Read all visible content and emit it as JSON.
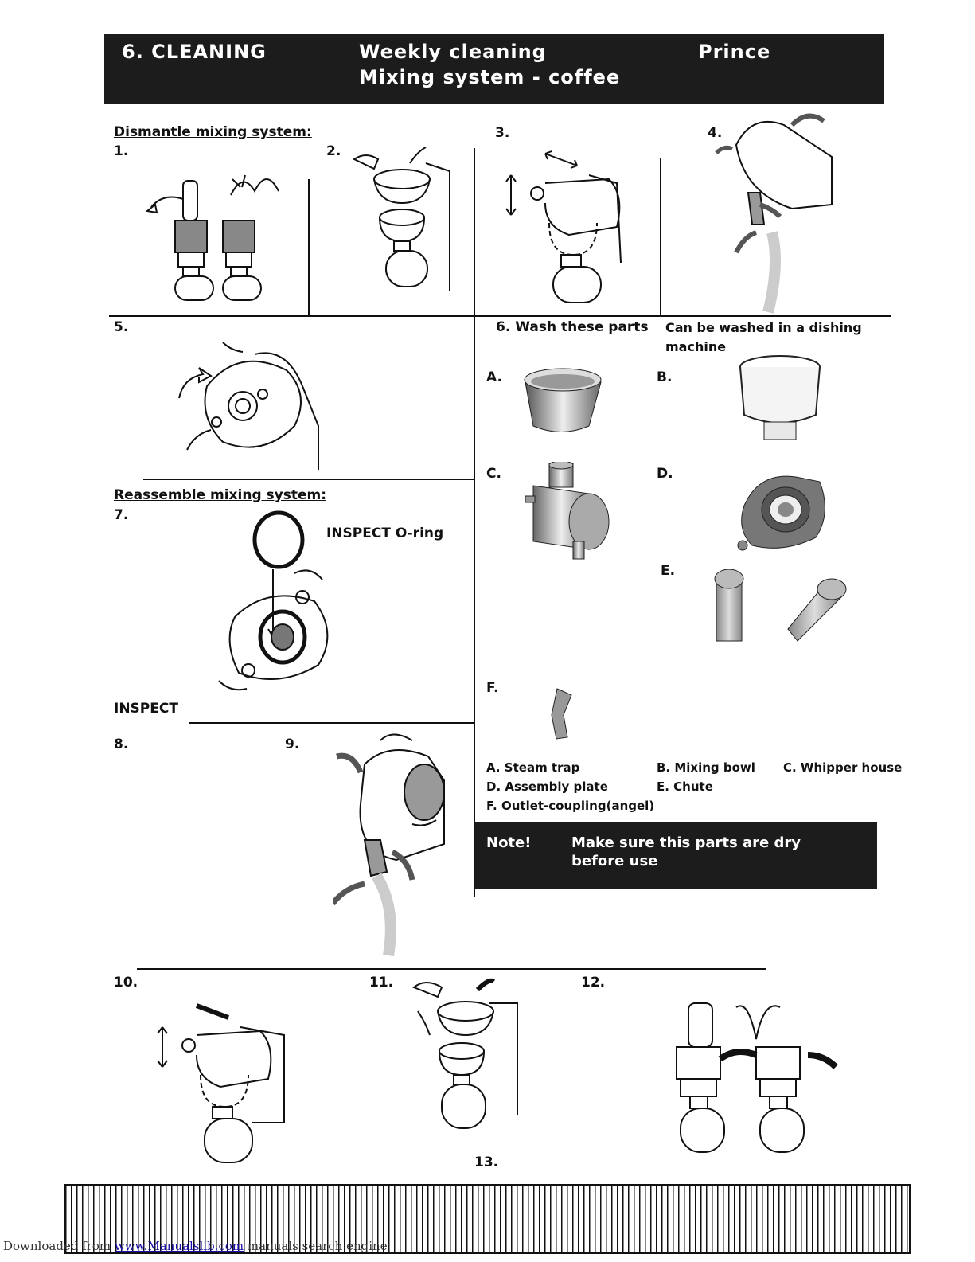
{
  "header": {
    "section": "6. CLEANING",
    "title_line1": "Weekly cleaning",
    "title_line2": "Mixing system - coffee",
    "model": "Prince"
  },
  "dismantle": {
    "heading": "Dismantle mixing system:",
    "steps": [
      "1.",
      "2.",
      "3.",
      "4.",
      "5."
    ]
  },
  "wash": {
    "heading": "6. Wash these parts",
    "dishwasher_line1": "Can be washed  in a dishing",
    "dishwasher_line2": "machine",
    "part_labels": [
      "A.",
      "B.",
      "C.",
      "D.",
      "E.",
      "F."
    ],
    "legend": [
      "A. Steam trap",
      "B. Mixing bowl",
      "C. Whipper house",
      "D. Assembly plate",
      "E. Chute",
      "F. Outlet-coupling(angel)"
    ]
  },
  "reassemble": {
    "heading": "Reassemble mixing system:",
    "steps": [
      "7.",
      "8.",
      "9.",
      "10.",
      "11.",
      "12.",
      "13."
    ],
    "inspect_oring": "INSPECT O-ring",
    "inspect": "INSPECT"
  },
  "note": {
    "label": "Note!",
    "line1": "Make sure this parts  are dry",
    "line2": "before use"
  },
  "footer": {
    "prefix": "Downloaded from",
    "link": "www.Manualslib.com",
    "suffix": " manuals search engine"
  }
}
